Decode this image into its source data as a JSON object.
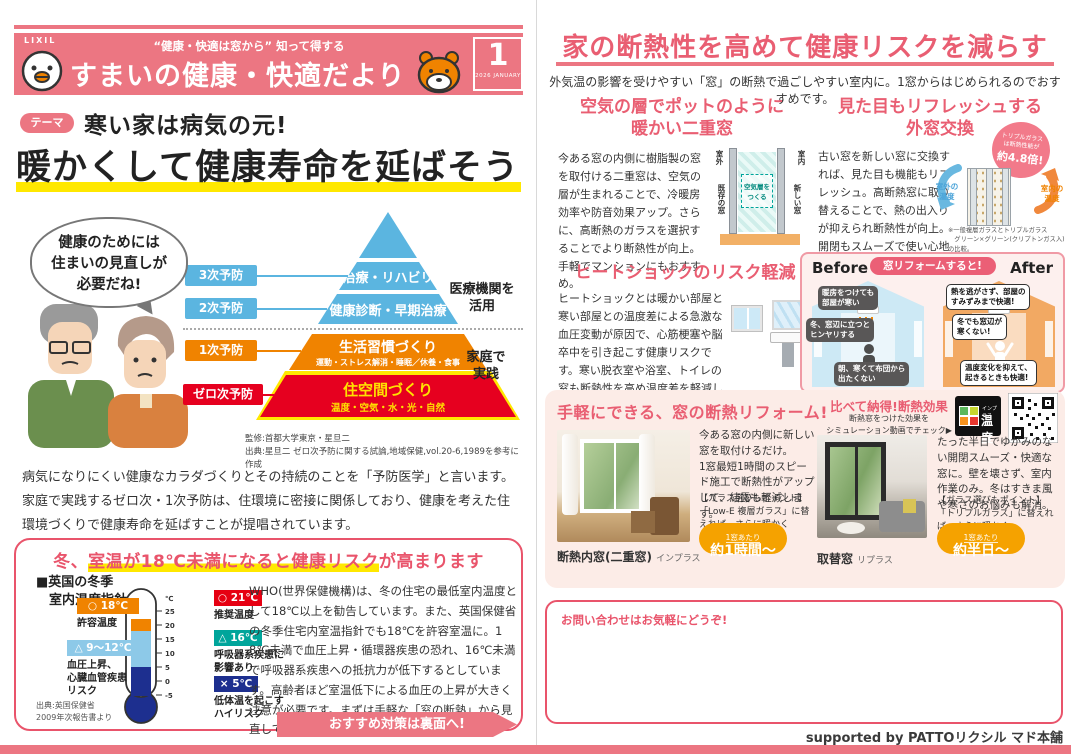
{
  "colors": {
    "accent_pink": "#ec7682",
    "title_pink": "#e95e72",
    "highlight_yellow": "#ffe800",
    "orange": "#f08300",
    "red": "#e60012",
    "teal": "#00a59b",
    "light_blue": "#8dc9e8",
    "navy": "#1d2f8f",
    "pyramid_blue": "#5bb5e0",
    "panel_pink": "#fcece7",
    "badge_orange": "#f5a200"
  },
  "front": {
    "header": {
      "logo": "LIXIL",
      "tagline": "“健康・快適は窓から” 知って得する",
      "title": "すまいの健康・快適だより",
      "issue_number": "1",
      "issue_date": "2026 JANUARY"
    },
    "theme": {
      "badge": "テーマ",
      "kicker": "寒い家は病気の元!",
      "title": "暖かくして健康寿命を延ばそう"
    },
    "speech_bubble": "健康のためには\n住まいの見直しが\n必要だね!",
    "pyramid": {
      "levels": [
        {
          "label": "3次予防",
          "title": "治療・リハビリ"
        },
        {
          "label": "2次予防",
          "title": "健康診断・早期治療"
        },
        {
          "label": "1次予防",
          "title": "生活習慣づくり",
          "subtitle": "運動・ストレス解消・睡眠／休養・食事"
        },
        {
          "label": "ゼロ次予防",
          "title": "住空間づくり",
          "subtitle": "温度・空気・水・光・自然"
        }
      ],
      "right_top": "医療機関を\n活用",
      "right_bottom": "家庭で\n実践"
    },
    "credit1": "監修:首都大学東京・星旦二",
    "credit2": "出典:星旦二 ゼロ次予防に関する試論,地域保健,vol.20-6,1989を参考に作成",
    "intro": "病気になりにくい健康なカラダづくりとその持続のことを「予防医学」と言います。家庭で実践するゼロ次・1次予防は、住環境に密接に関係しており、健康を考えた住環境づくりで健康寿命を延ばすことが提唱されています。",
    "risk": {
      "title_pre": "冬、",
      "title_hl": "室温が18℃未満になると健康リスク",
      "title_post": "が高まります",
      "chart_title": "■英国の冬季\n　室内温度指針",
      "scale_unit": "℃",
      "scale": [
        "25",
        "20",
        "15",
        "10",
        "5",
        "0",
        "-5"
      ],
      "markers_left": [
        {
          "icon": "○",
          "temp": "18℃",
          "label": "許容温度"
        },
        {
          "icon": "△",
          "temp": "9〜12℃",
          "label": "血圧上昇、\n心臓血管疾患\nリスク"
        }
      ],
      "markers_right": [
        {
          "icon": "○",
          "temp": "21℃",
          "label": "推奨温度"
        },
        {
          "icon": "△",
          "temp": "16℃",
          "label": "呼吸器系疾患に\n影響あり"
        },
        {
          "icon": "×",
          "temp": "5℃",
          "label": "低体温を起こす\nハイリスク"
        }
      ],
      "source": "出典:英国保健省\n2009年次報告書より",
      "body": "WHO(世界保健機構)は、冬の住宅の最低室内温度として18℃以上を勧告しています。また、英国保健省の冬季住宅内室温指針でも18℃を許容室温に。18℃未満で血圧上昇・循環器疾患の恐れ、16℃未満で呼吸器系疾患への抵抗力が低下するとしています。高齢者ほど室温低下による血圧の上昇が大きく注意が必要です。まずは手軽な「窓の断熱」から見直してみましょう。",
      "cta": "おすすめ対策は裏面へ!"
    }
  },
  "back": {
    "title": "家の断熱性を高めて健康リスクを減らす",
    "lead": "外気温の影響を受けやすい「窓」の断熱で過ごしやすい室内に。1窓からはじめられるのでおすすめです。",
    "double_window": {
      "title": "空気の層でポットのように\n暖かい二重窓",
      "body": "今ある窓の内側に樹脂製の窓を取付ける二重窓は、空気の層が生まれることで、冷暖房効率や防音効果アップ。さらに、高断熱のガラスを選択することでより断熱性が向上。手軽でマンションにもおすすめ。",
      "diagram": {
        "outside": "室外",
        "inside": "室内",
        "existing": "既存の窓",
        "new_window": "新しい窓",
        "air": "空気層を\nつくる"
      }
    },
    "window_exchange": {
      "title": "見た目もリフレッシュする\n外窓交換",
      "body": "古い窓を新しい窓に交換すれば、見た目も機能もリフレッシュ。高断熱窓に取り替えることで、熱の出入りが抑えられ断熱性が向上。開閉もスムーズで使い心地のいい窓に。トリプルガラスならさらに効果アップ。",
      "badge_text": "トリプルガラス\nは断熱性能が",
      "badge_value": "約4.8倍!",
      "arrow_out": "室外の\n温度",
      "arrow_in": "室内の\n温度",
      "note": "※一般複層ガラスとトリプルガラス\n　グリーン×グリーン(クリプトンガス入)の比較。"
    },
    "heat_shock": {
      "title": "ヒートショックのリスク軽減",
      "body": "ヒートショックとは暖かい部屋と寒い部屋との温度差による急激な血圧変動が原因で、心筋梗塞や脳卒中を引き起こす健康リスクです。寒い脱衣室や浴室、トイレの窓も断熱性を高め温度差を軽減しましょう。"
    },
    "before_after": {
      "before": "Before",
      "after": "After",
      "badge": "窓リフォームすると!",
      "before_notes": [
        "暖房をつけても\n部屋が寒い",
        "冬、窓辺に立つと\nヒンヤリする",
        "朝、寒くて布団から\n出たくない"
      ],
      "after_notes": [
        "熱を逃がさず、部屋の\nすみずみまで快適!",
        "冬でも窓辺が\n寒くない!",
        "温度変化を抑えて、\n起きるときも快適!"
      ]
    },
    "reform": {
      "title": "手軽にできる、窓の断熱リフォーム!",
      "inner": {
        "body": "今ある窓の内側に新しい窓を取付けるだけ。\n1窓最短1時間のスピード施工で断熱性がアップして、結露も軽減します。",
        "point": "【ガラス選びもポイント】\n「Low-E 複層ガラス」に替えれば、さらに暖かく",
        "badge_small": "1窓あたり",
        "badge_big": "約1時間〜",
        "caption": "断熱内窓(二重窓)",
        "brand": "インプラス"
      },
      "replace": {
        "body": "たった半日でゆがみのない開閉スムーズ・快適な窓に。壁を壊さず、室内作業のみ。冬はすきま風や寒さのお悩みも解消。",
        "point": "【ガラス選びもポイント】\n「トリプルガラス」に替えれば、さらに暖かく",
        "badge_small": "1窓あたり",
        "badge_big": "約半日〜",
        "caption": "取替窓",
        "brand": "リプラス"
      },
      "compare": {
        "title": "比べて納得!断熱効果",
        "sub": "断熱窓をつけた効果を\nシミュレーション動画でチェック▶",
        "logo_brand": "インプラス",
        "logo_text": "温度"
      }
    },
    "contact": "お問い合わせはお気軽にどうぞ!",
    "footer": "supported by PATTOリクシル マド本舗"
  }
}
